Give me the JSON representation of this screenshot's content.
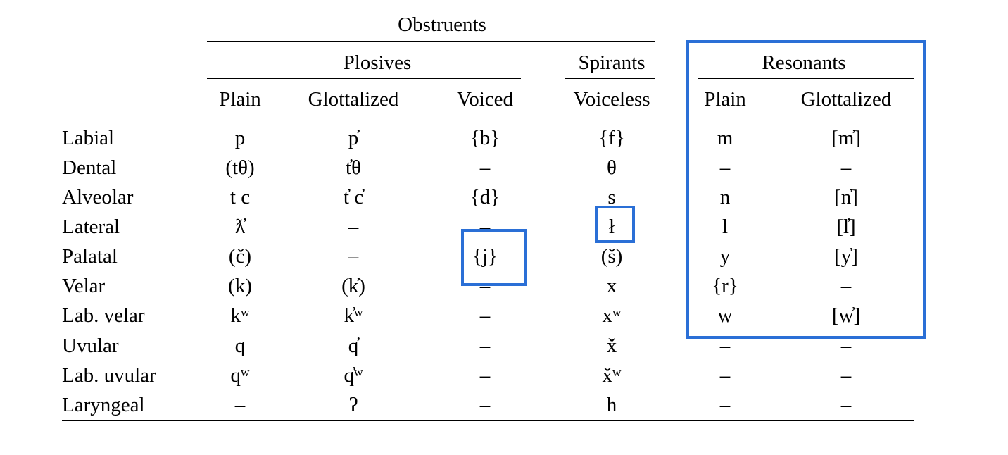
{
  "headers": {
    "obstruents": "Obstruents",
    "plosives": "Plosives",
    "spirants": "Spirants",
    "resonants": "Resonants",
    "columns": [
      "Plain",
      "Glottalized",
      "Voiced",
      "Voiceless",
      "Plain",
      "Glottalized"
    ]
  },
  "rows": [
    {
      "label": "Labial",
      "cells": [
        "p",
        "p̓",
        "{b}",
        "{f}",
        "m",
        "[m̓]"
      ]
    },
    {
      "label": "Dental",
      "cells": [
        "(tθ)",
        "t̓θ",
        "–",
        "θ",
        "–",
        "–"
      ]
    },
    {
      "label": "Alveolar",
      "cells": [
        "t  c",
        "t̓  c̓",
        "{d}",
        "s",
        "n",
        "[n̓]"
      ]
    },
    {
      "label": "Lateral",
      "cells": [
        "ƛ̓",
        "–",
        "–",
        "ł",
        "l",
        "[l̓]"
      ]
    },
    {
      "label": "Palatal",
      "cells": [
        "(č)",
        "–",
        "{j}",
        "(š)",
        "y",
        "[y̓]"
      ]
    },
    {
      "label": "Velar",
      "cells": [
        "(k)",
        "(k̓)",
        "–",
        "x",
        "{r}",
        "–"
      ]
    },
    {
      "label": "Lab. velar",
      "cells": [
        "kʷ",
        "k̓ʷ",
        "–",
        "xʷ",
        "w",
        "[w̓]"
      ]
    },
    {
      "label": "Uvular",
      "cells": [
        "q",
        "q̓",
        "–",
        "x̌",
        "–",
        "–"
      ]
    },
    {
      "label": "Lab. uvular",
      "cells": [
        "qʷ",
        "q̓ʷ",
        "–",
        "x̌ʷ",
        "–",
        "–"
      ]
    },
    {
      "label": "Laryngeal",
      "cells": [
        "–",
        "ʔ",
        "–",
        "h",
        "–",
        "–"
      ]
    }
  ],
  "colors": {
    "highlight": "#2a6fd6"
  }
}
